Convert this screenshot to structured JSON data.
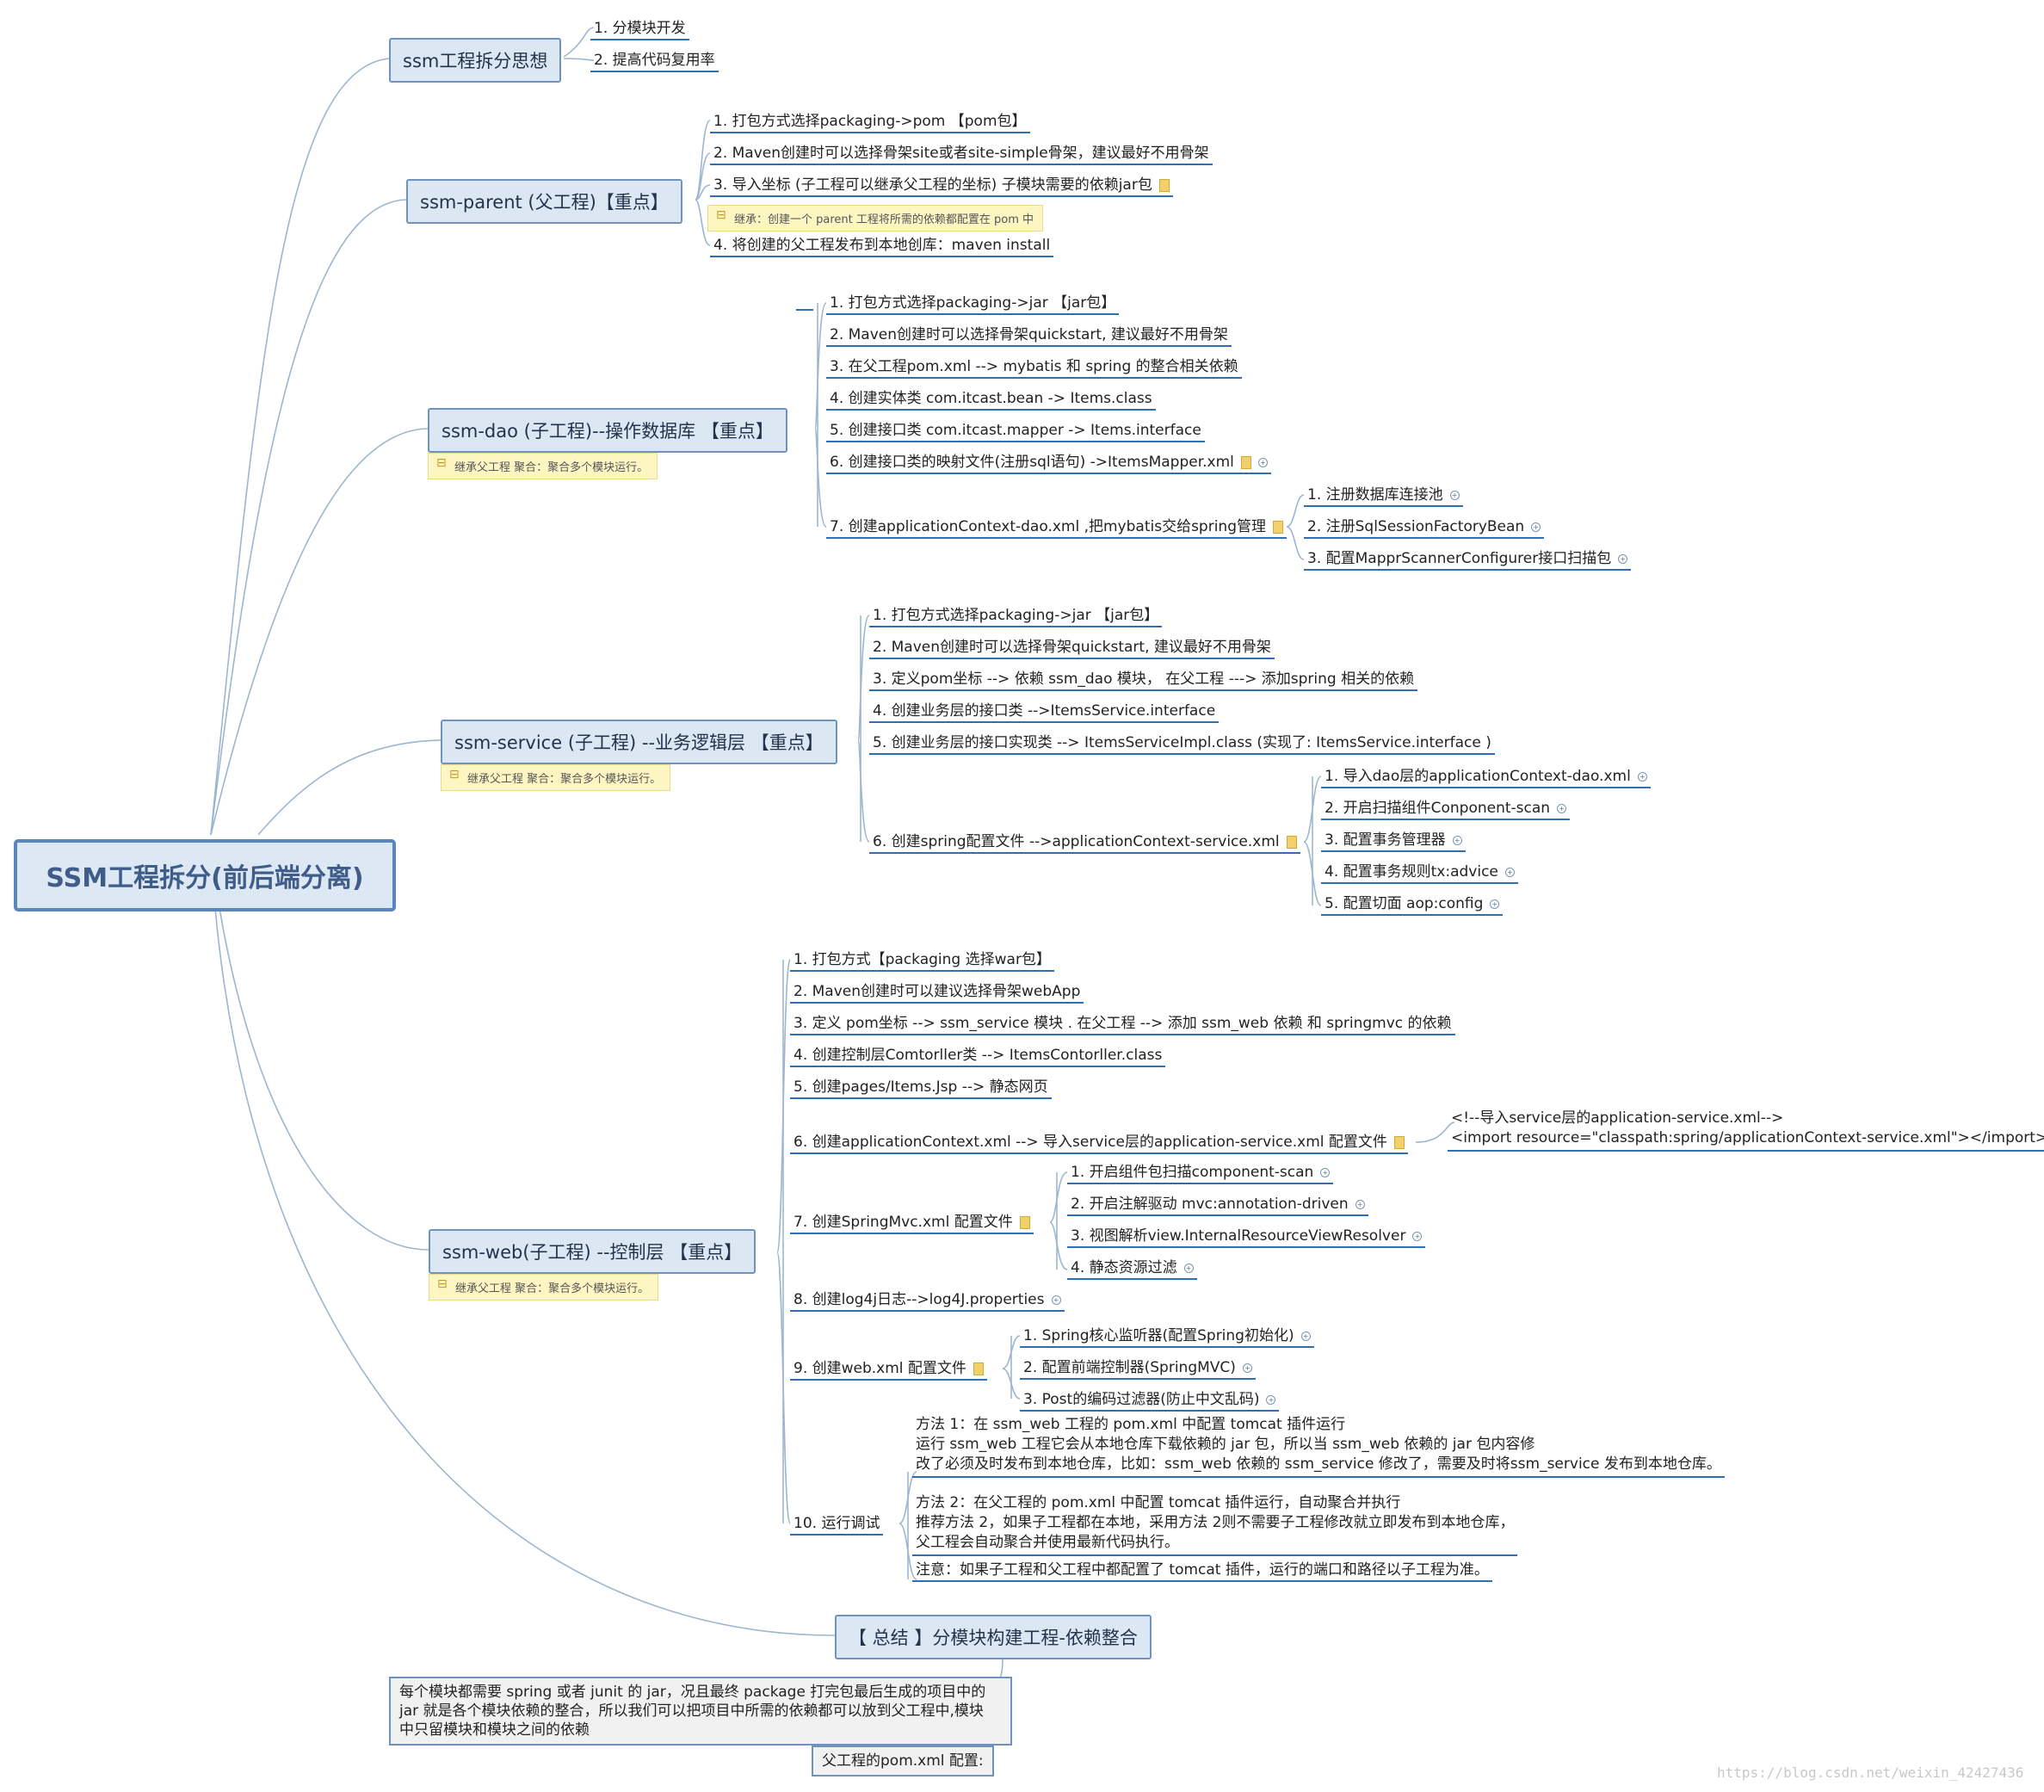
{
  "central": "SSM工程拆分(前后端分离)",
  "idea": {
    "title": "ssm工程拆分思想",
    "items": [
      "1. 分模块开发",
      "2. 提高代码复用率"
    ]
  },
  "parent": {
    "title": "ssm-parent (父工程)【重点】",
    "items": [
      "1. 打包方式选择packaging->pom 【pom包】",
      "2. Maven创建时可以选择骨架site或者site-simple骨架，建议最好不用骨架",
      "3. 导入坐标 (子工程可以继承父工程的坐标) 子模块需要的依赖jar包",
      "4. 将创建的父工程发布到本地创库：maven install"
    ],
    "note": "继承：创建一个 parent 工程将所需的依赖都配置在 pom 中"
  },
  "dao": {
    "title": "ssm-dao (子工程)--操作数据库 【重点】",
    "note": "继承父工程 聚合：聚合多个模块运行。",
    "items": [
      "1. 打包方式选择packaging->jar 【jar包】",
      "2. Maven创建时可以选择骨架quickstart, 建议最好不用骨架",
      "3. 在父工程pom.xml --> mybatis 和 spring 的整合相关依赖",
      "4. 创建实体类 com.itcast.bean -> Items.class",
      "5. 创建接口类 com.itcast.mapper -> Items.interface",
      "6. 创建接口类的映射文件(注册sql语句) ->ItemsMapper.xml",
      "7. 创建applicationContext-dao.xml ,把mybatis交给spring管理"
    ],
    "sub": [
      "1. 注册数据库连接池",
      "2. 注册SqlSessionFactoryBean",
      "3. 配置MapprScannerConfigurer接口扫描包"
    ]
  },
  "service": {
    "title": "ssm-service (子工程) --业务逻辑层 【重点】",
    "note": "继承父工程 聚合：聚合多个模块运行。",
    "items": [
      "1. 打包方式选择packaging->jar 【jar包】",
      "2. Maven创建时可以选择骨架quickstart, 建议最好不用骨架",
      "3. 定义pom坐标 --> 依赖 ssm_dao 模块， 在父工程 ---> 添加spring 相关的依赖",
      "4. 创建业务层的接口类 -->ItemsService.interface",
      "5. 创建业务层的接口实现类 --> ItemsServiceImpl.class (实现了: ItemsService.interface )",
      "6. 创建spring配置文件 -->applicationContext-service.xml"
    ],
    "sub": [
      "1. 导入dao层的applicationContext-dao.xml",
      "2. 开启扫描组件Conponent-scan",
      "3. 配置事务管理器",
      "4. 配置事务规则tx:advice",
      "5. 配置切面 aop:config"
    ]
  },
  "web": {
    "title": "ssm-web(子工程) --控制层 【重点】",
    "note": "继承父工程 聚合：聚合多个模块运行。",
    "items": [
      "1. 打包方式【packaging 选择war包】",
      "2. Maven创建时可以建议选择骨架webApp",
      "3. 定义 pom坐标 --> ssm_service 模块 . 在父工程 --> 添加 ssm_web 依赖 和 springmvc 的依赖",
      "4. 创建控制层Comtorller类 --> ItemsContorller.class",
      "5. 创建pages/Items.Jsp --> 静态网页",
      "6. 创建applicationContext.xml --> 导入service层的application-service.xml 配置文件",
      "7. 创建SpringMvc.xml 配置文件",
      "8. 创建log4j日志-->log4J.properties",
      "9. 创建web.xml 配置文件",
      "10. 运行调试"
    ],
    "ctx_lines": [
      "<!--导入service层的application-service.xml-->",
      "<import resource=\"classpath:spring/applicationContext-service.xml\"></import>"
    ],
    "mvc": [
      "1. 开启组件包扫描component-scan",
      "2. 开启注解驱动 mvc:annotation-driven",
      "3. 视图解析view.InternalResourceViewResolver",
      "4. 静态资源过滤"
    ],
    "webxml": [
      "1. Spring核心监听器(配置Spring初始化)",
      "2. 配置前端控制器(SpringMVC)",
      "3. Post的编码过滤器(防止中文乱码)"
    ],
    "run": {
      "m1": [
        "方法 1：在 ssm_web 工程的 pom.xml 中配置 tomcat 插件运行",
        "运行 ssm_web 工程它会从本地仓库下载依赖的 jar 包，所以当 ssm_web 依赖的 jar 包内容修",
        "改了必须及时发布到本地仓库，比如：ssm_web 依赖的 ssm_service 修改了，需要及时将ssm_service 发布到本地仓库。"
      ],
      "m2": [
        "方法 2：在父工程的 pom.xml 中配置 tomcat 插件运行，自动聚合并执行",
        "推荐方法 2，如果子工程都在本地，采用方法 2则不需要子工程修改就立即发布到本地仓库，",
        "父工程会自动聚合并使用最新代码执行。"
      ],
      "m3": "注意：如果子工程和父工程中都配置了 tomcat 插件，运行的端口和路径以子工程为准。"
    }
  },
  "summary": {
    "title": "【 总结 】分模块构建工程-依赖整合",
    "text": [
      "每个模块都需要 spring 或者 junit 的 jar，况且最终 package 打完包最后生成的项目中的",
      "jar 就是各个模块依赖的整合，所以我们可以把项目中所需的依赖都可以放到父工程中,模块",
      "中只留模块和模块之间的依赖"
    ],
    "pom": "父工程的pom.xml 配置:"
  },
  "watermark": "https://blog.csdn.net/weixin_42427436"
}
